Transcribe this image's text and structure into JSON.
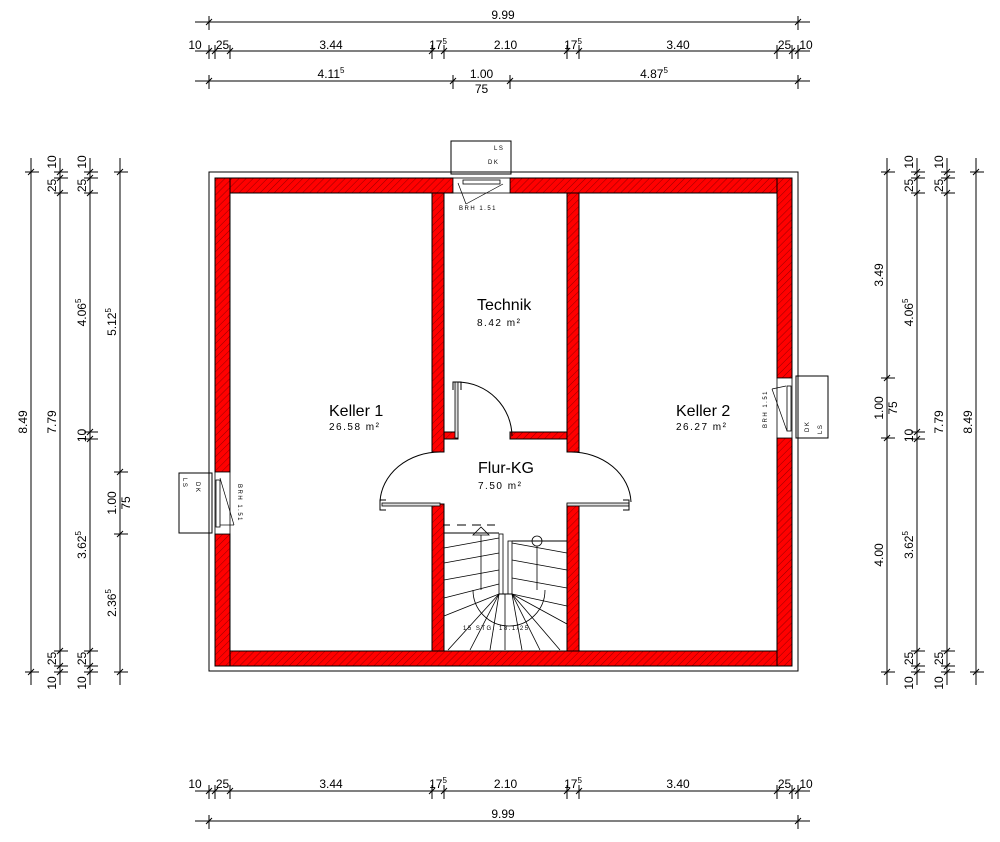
{
  "colors": {
    "wall": "#ff0000",
    "line": "#000000",
    "background": "#ffffff"
  },
  "dimensions": {
    "top_total": "9.99",
    "top_parts": [
      {
        "v": "10"
      },
      {
        "v": "25"
      },
      {
        "v": "3.44"
      },
      {
        "v": "17",
        "s": "5"
      },
      {
        "v": "2.10"
      },
      {
        "v": "17",
        "s": "5"
      },
      {
        "v": "3.40"
      },
      {
        "v": "25"
      },
      {
        "v": "10"
      }
    ],
    "top_openings": [
      {
        "v": "4.11",
        "s": "5"
      },
      {
        "v": "1.00",
        "sub": "75"
      },
      {
        "v": "4.87",
        "s": "5"
      }
    ],
    "bottom_parts": [
      {
        "v": "10"
      },
      {
        "v": "25"
      },
      {
        "v": "3.44"
      },
      {
        "v": "17",
        "s": "5"
      },
      {
        "v": "2.10"
      },
      {
        "v": "17",
        "s": "5"
      },
      {
        "v": "3.40"
      },
      {
        "v": "25"
      },
      {
        "v": "10"
      }
    ],
    "bottom_total": "9.99",
    "left_total": "8.49",
    "left_inner": [
      {
        "v": "10"
      },
      {
        "v": "25"
      },
      {
        "v": "7.79"
      },
      {
        "v": "25"
      },
      {
        "v": "10"
      }
    ],
    "left_rooms": [
      {
        "v": "10"
      },
      {
        "v": "25"
      },
      {
        "v": "4.06",
        "s": "5"
      },
      {
        "v": "10"
      },
      {
        "v": "3.62",
        "s": "5"
      },
      {
        "v": "25"
      },
      {
        "v": "10"
      }
    ],
    "left_openings": [
      {
        "v": "5.12",
        "s": "5"
      },
      {
        "v": "1.00",
        "sub": "75"
      },
      {
        "v": "2.36",
        "s": "5"
      }
    ],
    "right_openings": [
      {
        "v": "3.49"
      },
      {
        "v": "1.00",
        "sub": "75"
      },
      {
        "v": "4.00"
      }
    ],
    "right_rooms": [
      {
        "v": "10"
      },
      {
        "v": "25"
      },
      {
        "v": "4.06",
        "s": "5"
      },
      {
        "v": "10"
      },
      {
        "v": "3.62",
        "s": "5"
      },
      {
        "v": "25"
      },
      {
        "v": "10"
      }
    ],
    "right_inner": [
      {
        "v": "10"
      },
      {
        "v": "25"
      },
      {
        "v": "7.79"
      },
      {
        "v": "25"
      },
      {
        "v": "10"
      }
    ],
    "right_total": "8.49"
  },
  "rooms": [
    {
      "name": "Keller 1",
      "area": "26.58 m²"
    },
    {
      "name": "Technik",
      "area": "8.42 m²"
    },
    {
      "name": "Flur-KG",
      "area": "7.50 m²"
    },
    {
      "name": "Keller 2",
      "area": "26.27 m²"
    }
  ],
  "windows": {
    "top": {
      "ls": "LS",
      "dk": "DK",
      "brh": "BRH 1.51"
    },
    "left": {
      "ls": "LS",
      "dk": "DK",
      "brh": "BRH 1.51"
    },
    "right": {
      "ls": "LS",
      "dk": "DK",
      "brh": "BRH 1.51"
    }
  },
  "stairs": {
    "label": "15 STG. 18.1/25"
  }
}
